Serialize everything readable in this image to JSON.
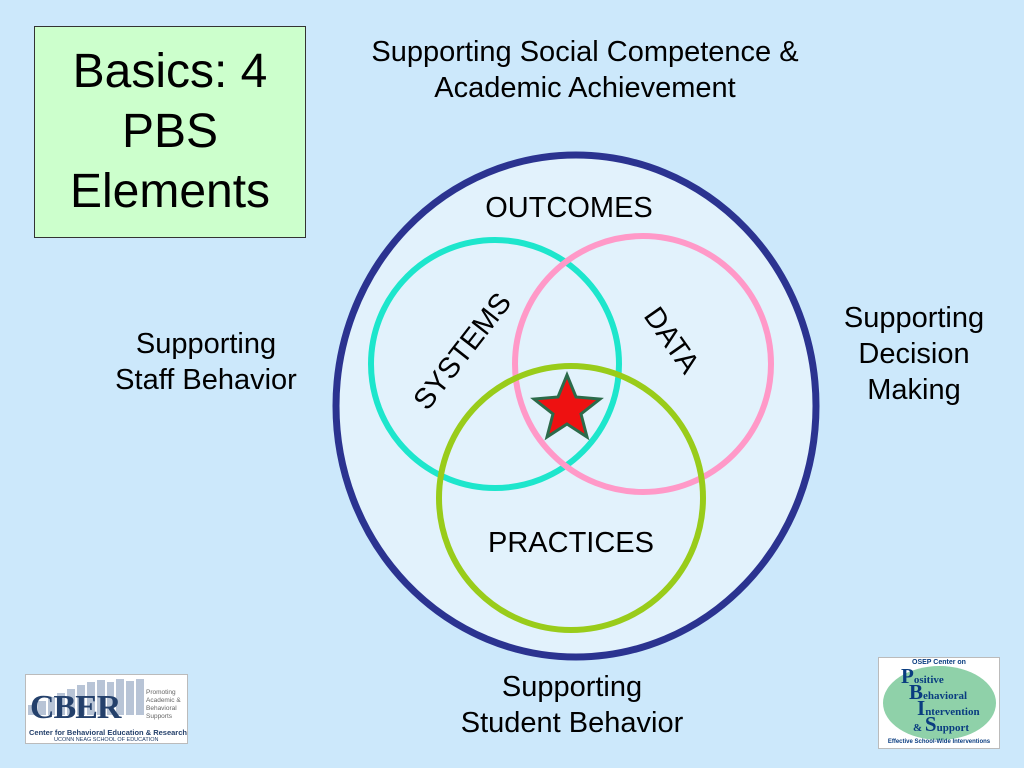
{
  "title": {
    "lines": [
      "Basics: 4",
      "PBS",
      "Elements"
    ]
  },
  "outer_labels": {
    "top": [
      "Supporting Social Competence &",
      "Academic Achievement"
    ],
    "left": [
      "Supporting",
      "Staff Behavior"
    ],
    "right": [
      "Supporting",
      "Decision",
      "Making"
    ],
    "bottom": [
      "Supporting",
      "Student Behavior"
    ]
  },
  "diagram": {
    "outer": "OUTCOMES",
    "circle_left": "SYSTEMS",
    "circle_right": "DATA",
    "circle_bottom": "PRACTICES",
    "center_icon": "star-icon",
    "colors": {
      "outer_ring": "#2b3390",
      "outer_fill": "#e2f2fc",
      "systems_ring": "#1de6cc",
      "data_ring": "#ff99c8",
      "practices_ring": "#99cc1a",
      "star_fill": "#ee1111",
      "star_stroke": "#2b6b4a"
    }
  },
  "logos": {
    "cber": {
      "wordmark": "CBER",
      "tagline": [
        "Promoting",
        "Academic &",
        "Behavioral",
        "Supports"
      ],
      "fullname": "Center for Behavioral Education & Research",
      "school": "UCONN NEAG SCHOOL OF EDUCATION"
    },
    "pbis": {
      "header": "OSEP Center on",
      "letters": [
        "P",
        "B",
        "I",
        "S"
      ],
      "words": [
        "ositive",
        "ehavioral",
        "ntervention",
        "& ",
        "upport"
      ],
      "footer": "Effective School-Wide Interventions"
    }
  }
}
